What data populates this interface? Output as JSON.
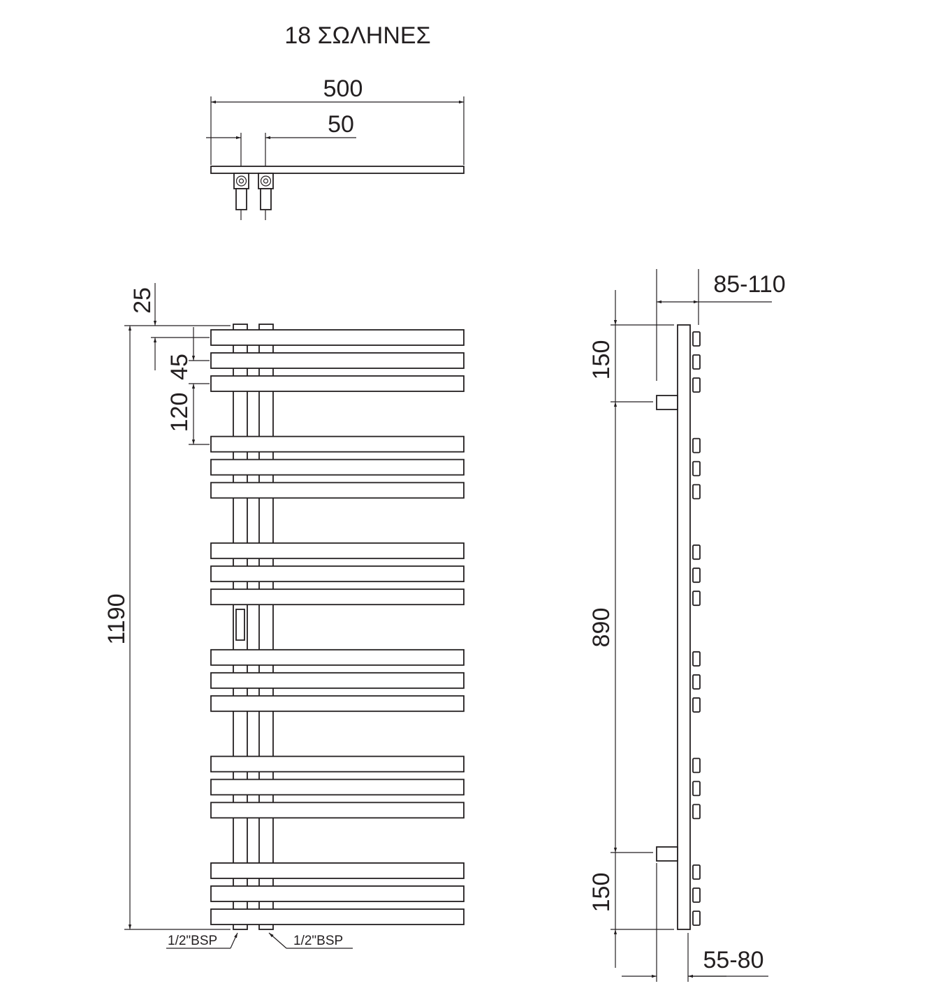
{
  "title": "18 ΣΩΛΗΝΕΣ",
  "top_view": {
    "width_dim": "500",
    "pipe_spacing_dim": "50"
  },
  "front_view": {
    "height_dim": "1190",
    "top_offset_dim": "25",
    "tube_pitch_dim": "45",
    "group_gap_dim": "120",
    "connection_left": "1/2\"BSP",
    "connection_right": "1/2\"BSP",
    "tube_groups": 6,
    "tubes_per_group": 3
  },
  "side_view": {
    "depth_top_dim": "85-110",
    "bracket_top_dim": "150",
    "bracket_spacing_dim": "890",
    "bracket_bottom_dim": "150",
    "depth_bottom_dim": "55-80"
  },
  "colors": {
    "line": "#231f20",
    "background": "#ffffff"
  }
}
